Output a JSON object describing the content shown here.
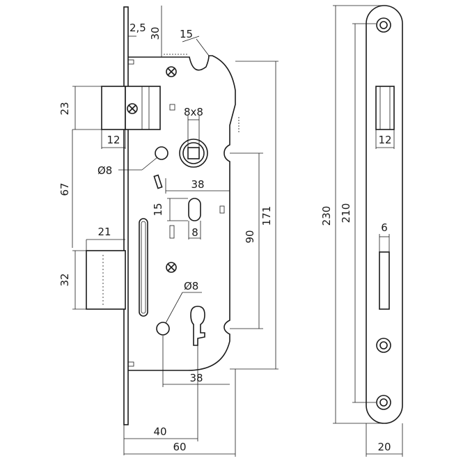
{
  "dimensions": {
    "d_2_5": "2,5",
    "d_30": "30",
    "d_15_angle": "15",
    "d_23": "23",
    "d_8x8": "8x8",
    "d_12_latch": "12",
    "d_dia8_top": "Ø8",
    "d_67": "67",
    "d_38_top": "38",
    "d_15_slot": "15",
    "d_8_slot": "8",
    "d_171": "171",
    "d_90": "90",
    "d_21": "21",
    "d_32": "32",
    "d_dia8_bottom": "Ø8",
    "d_38_bottom": "38",
    "d_40": "40",
    "d_60": "60",
    "d_230": "230",
    "d_210": "210",
    "d_12_strike": "12",
    "d_6": "6",
    "d_20": "20"
  }
}
